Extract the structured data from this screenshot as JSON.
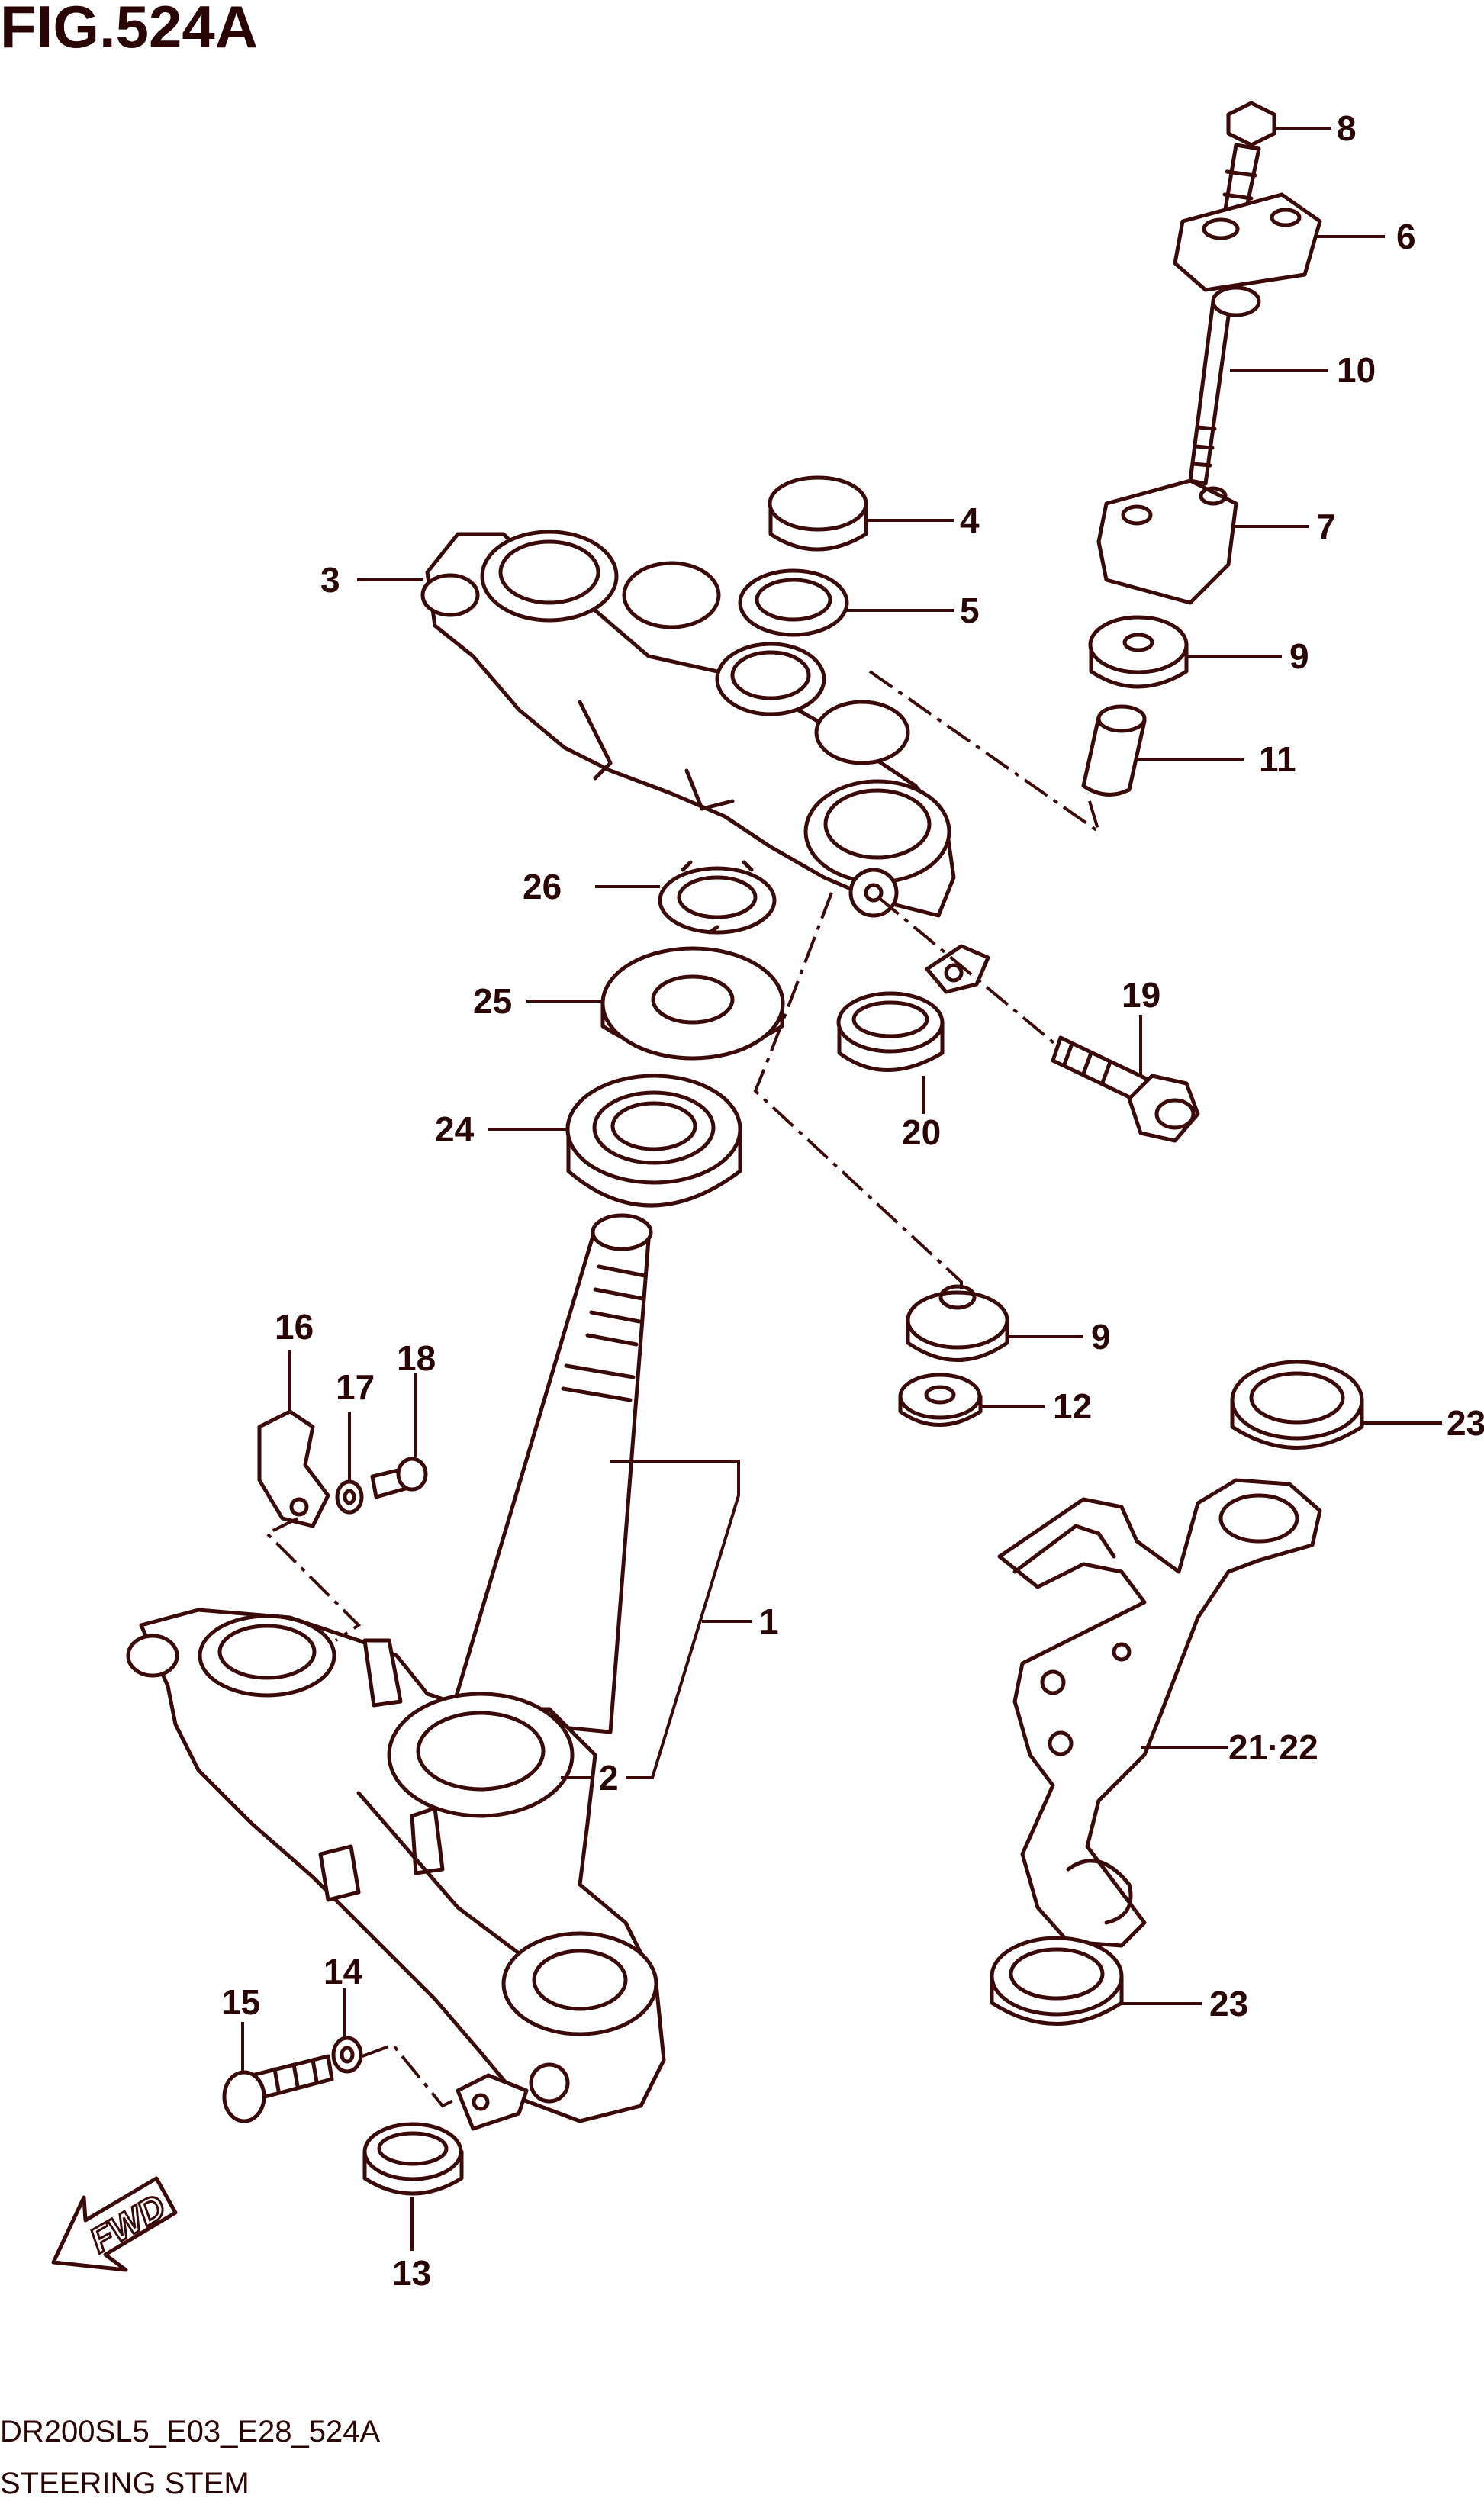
{
  "figure": {
    "title": "FIG.524A",
    "model_code": "DR200SL5_E03_E28_524A",
    "caption": "STEERING STEM"
  },
  "fwd_label": "FWD",
  "callouts": {
    "c1": "1",
    "c2": "2",
    "c3": "3",
    "c4": "4",
    "c5": "5",
    "c6": "6",
    "c7": "7",
    "c8": "8",
    "c9a": "9",
    "c9b": "9",
    "c10": "10",
    "c11": "11",
    "c12": "12",
    "c13": "13",
    "c14": "14",
    "c15": "15",
    "c16": "16",
    "c17": "17",
    "c18": "18",
    "c19": "19",
    "c20": "20",
    "c21_22": "21·22",
    "c23a": "23",
    "c23b": "23",
    "c24": "24",
    "c25": "25",
    "c26": "26"
  },
  "colors": {
    "ink": "#3a0a0a",
    "background": "#ffffff"
  }
}
